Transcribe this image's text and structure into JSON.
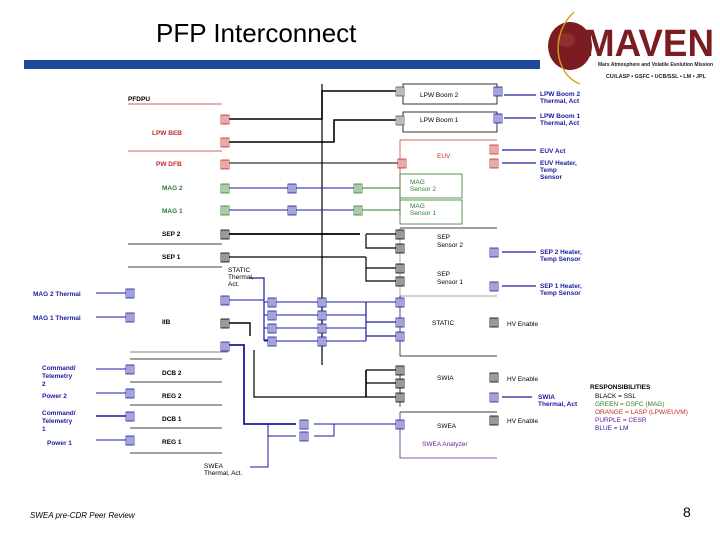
{
  "header": {
    "title": "PFP Interconnect",
    "logo": {
      "name": "MAVEN",
      "tagline": "Mars Atmosphere and Volatile Evolution Mission",
      "partners": "CU/LASP • GSFC • UCB/SSL • LM • JPL"
    }
  },
  "footer": {
    "left": "SWEA pre-CDR Peer Review",
    "page": "8"
  },
  "colors": {
    "title_bar": "#1f4a9c",
    "black": "#000000",
    "green": "#2e7d2e",
    "orange": "#c62828",
    "purple": "#6a1b9a",
    "blue": "#1a1aa0"
  },
  "pfdpu": {
    "label": "PFDPU",
    "boards": [
      "LPW BEB",
      "PW DFB",
      "MAG 2",
      "MAG 1",
      "SEP 2",
      "SEP 1",
      "IIB",
      "DCB 2",
      "REG 2",
      "DCB 1",
      "REG 1"
    ]
  },
  "left_inputs": [
    "MAG 2 Thermal",
    "MAG 1 Thermal",
    "Command/ Telemetry 2",
    "Power 2",
    "Command/ Telemetry 1",
    "Power 1"
  ],
  "instruments": {
    "lpw_boom2": "LPW Boom 2",
    "lpw_boom1": "LPW Boom 1",
    "euv": "EUV",
    "mag_sensor2": "MAG Sensor 2",
    "mag_sensor1": "MAG Sensor 1",
    "sep_sensor2": "SEP Sensor 2",
    "sep_sensor1": "SEP Sensor 1",
    "static": "STATIC",
    "static_thermal": "STATIC Thermal, Act.",
    "swia": "SWIA",
    "swea": "SWEA",
    "swea_analyzer": "SWEA Analyzer",
    "swea_thermal": "SWEA Thermal, Act."
  },
  "right_outputs": [
    "LPW Boom 2 Thermal, Act",
    "LPW Boom 1 Thermal, Act",
    "EUV Act",
    "EUV Heater, Temp Sensor",
    "SEP 2 Heater, Temp Sensor",
    "SEP 1 Heater, Temp Sensor",
    "HV Enable",
    "HV Enable",
    "SWIA Thermal, Act",
    "HV Enable"
  ],
  "responsibilities": {
    "heading": "RESPONSIBILITIES",
    "items": [
      {
        "text": "BLACK = SSL",
        "color": "#000000"
      },
      {
        "text": "GREEN = GSFC (MAG)",
        "color": "#2e7d2e"
      },
      {
        "text": "ORANGE = LASP (LPW/EUVM)",
        "color": "#c62828"
      },
      {
        "text": "PURPLE = CESR",
        "color": "#6a1b9a"
      },
      {
        "text": "BLUE = LM",
        "color": "#1a1aa0"
      }
    ]
  }
}
